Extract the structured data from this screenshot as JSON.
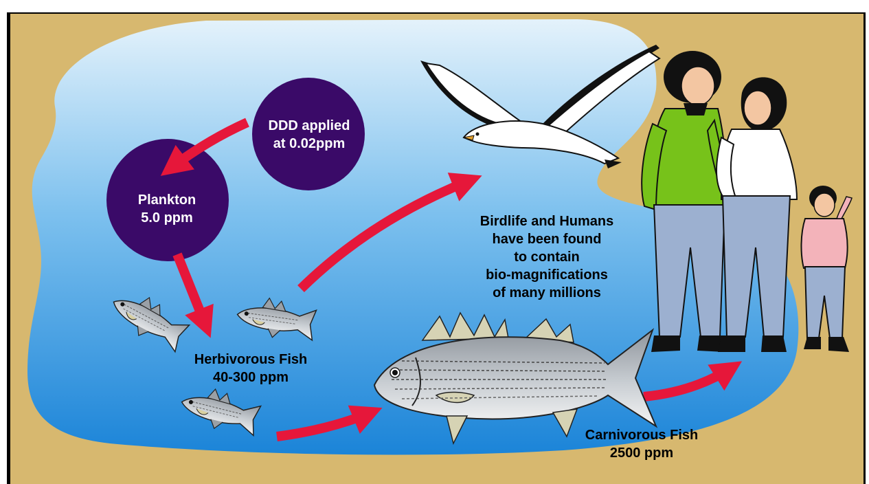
{
  "diagram": {
    "colors": {
      "sand": "#d7b86f",
      "water_light": "#ddeefa",
      "water_mid": "#66b4ea",
      "water_deep": "#1f86d8",
      "circle": "#3a0a68",
      "arrow": "#e6173a",
      "shirt_green": "#77c21a",
      "jeans": "#9cb0d0"
    },
    "circles": {
      "source": {
        "line1": "DDD applied",
        "line2": "at 0.02ppm"
      },
      "plankton": {
        "line1": "Plankton",
        "line2": "5.0 ppm"
      }
    },
    "labels": {
      "herbivorous": {
        "line1": "Herbivorous Fish",
        "line2": "40-300 ppm"
      },
      "carnivorous": {
        "line1": "Carnivorous Fish",
        "line2": "2500 ppm"
      },
      "top_consumers": [
        "Birdlife and Humans",
        "have been found",
        "to contain",
        "bio-magnifications",
        "of many millions"
      ]
    },
    "icons": [
      "seagull-icon",
      "man-icon",
      "woman-icon",
      "child-icon",
      "herbivorous-fish-icon",
      "carnivorous-fish-icon"
    ]
  }
}
